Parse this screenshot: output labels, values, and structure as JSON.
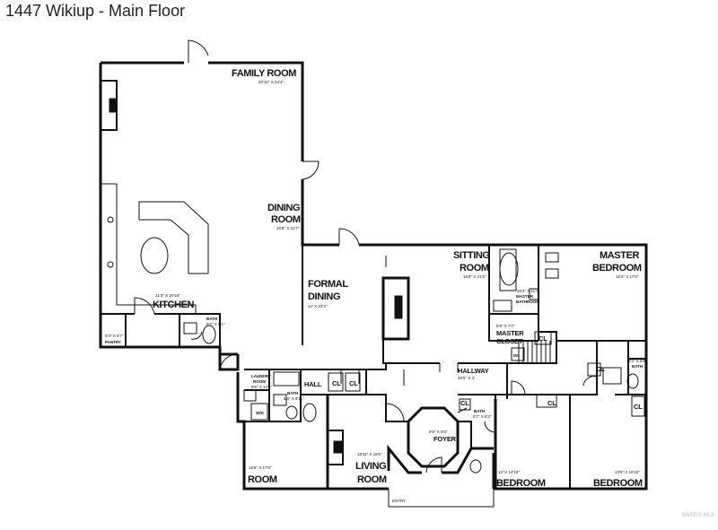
{
  "title": "1447 Wikiup - Main Floor",
  "watermark": "BAREIS MLS",
  "rooms": {
    "family_room": {
      "name": "FAMILY ROOM",
      "dim": "20'10\" X 24'4\""
    },
    "dining_room": {
      "line1": "DINING",
      "line2": "ROOM",
      "dim": "16'8\" X 21'7\""
    },
    "kitchen": {
      "name": "KITCHEN",
      "dim": "21'3\" X 20'16\""
    },
    "pantry": {
      "name": "PANTRY",
      "dim": "5'3\" X 6'7\""
    },
    "bath_kitchen": {
      "name": "BATH",
      "dim": "6'7\" X 6'1\""
    },
    "formal_dining": {
      "line1": "FORMAL",
      "line2": "DINING",
      "dim": "14' X 23'3\""
    },
    "sitting_room": {
      "line1": "SITTING",
      "line2": "ROOM",
      "dim": "16'8\" X 21'5\""
    },
    "master_bedroom": {
      "line1": "MASTER",
      "line2": "BEDROOM",
      "dim": "16'2\" X 17'5\""
    },
    "master_bath": {
      "line1": "MASTER",
      "line2": "BATHROOM",
      "dim": "10'4\" X 11'7\""
    },
    "master_closet": {
      "line1": "MASTER",
      "line2": "CLOSET",
      "dim": "5'8\" X 7'7\""
    },
    "laundry": {
      "line1": "LAUNDRY",
      "line2": "ROOM",
      "dim": "8'6\" X 13'6\""
    },
    "bath_hall": {
      "name": "BATH",
      "dim": "5'4\" X 8'11\""
    },
    "hall": {
      "name": "HALL"
    },
    "hallway": {
      "name": "HALLWAY",
      "dim": "45'6\" X 4'"
    },
    "foyer": {
      "name": "FOYER",
      "dim": "9'8\" X 9'8\""
    },
    "bath_foyer": {
      "name": "BATH",
      "dim": "5'7\" X 6'3\""
    },
    "living_room": {
      "line1": "LIVING",
      "line2": "ROOM",
      "dim": "16'11\" X 16'6\""
    },
    "room": {
      "name": "ROOM",
      "dim": "15'5\" X 17'6\""
    },
    "bedroom_1": {
      "name": "BEDROOM",
      "dim": "13' X 14'10\""
    },
    "bedroom_2": {
      "name": "BEDROOM",
      "dim": "13'9\" X 16'10\""
    },
    "bath_bedroom": {
      "name": "BATH",
      "dim": "8'2\" X 6'8\""
    },
    "entry": {
      "name": "ENTRY"
    }
  },
  "labels": {
    "closet": "CL",
    "washer_dryer": "W/D",
    "down": "DN"
  }
}
